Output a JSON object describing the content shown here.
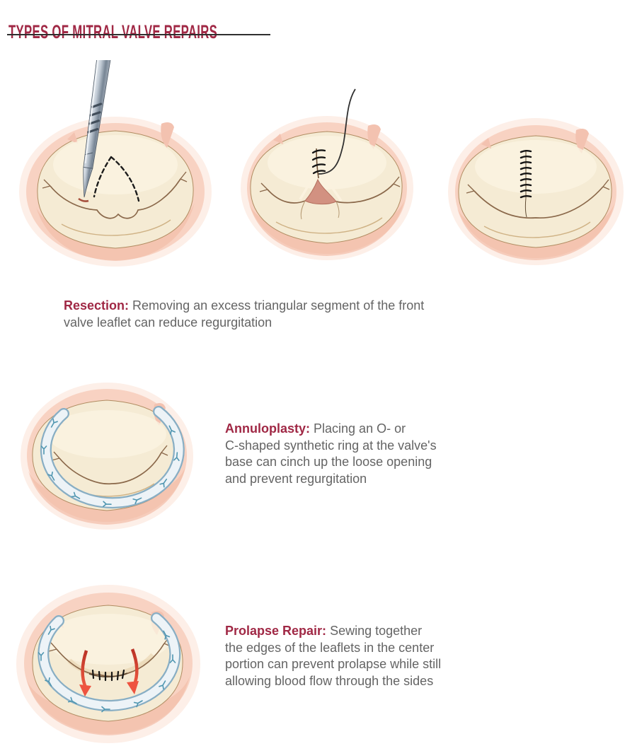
{
  "page": {
    "title": "TYPES OF MITRAL VALVE REPAIRS"
  },
  "colors": {
    "accent_red": "#a02845",
    "body_text": "#646464",
    "title_rule": "#2f2f2f",
    "valve_cream": "#f5ebd4",
    "valve_rim_pink": "#f8d2c2",
    "valve_outline_brown": "#8a684a",
    "resection_gap_pink": "#d29181",
    "ring_edge_blue": "#88aec4",
    "ring_fill": "#edf3f7",
    "ring_stitch_blue": "#4f96b0",
    "suture_black": "#171717",
    "flow_arrow_red": "#d6402e"
  },
  "sections": [
    {
      "id": "resection",
      "label": "Resection:",
      "description": "Removing an excess triangular segment of the front\nvalve leaflet can reduce regurgitation"
    },
    {
      "id": "annuloplasty",
      "label": "Annuloplasty:",
      "description": "Placing an O- or\nC-shaped synthetic ring at the valve's\nbase can cinch up the loose opening\nand prevent regurgitation"
    },
    {
      "id": "prolapse_repair",
      "label": "Prolapse Repair:",
      "description": "Sewing together\nthe edges of the leaflets in the center\nportion can prevent prolapse while still\nallowing blood flow through the sides"
    }
  ],
  "figures": [
    {
      "id": "resection-step-1",
      "alt": "Mitral valve with scalpel marking a dashed triangular segment of the front leaflet"
    },
    {
      "id": "resection-step-2",
      "alt": "Valve with triangular segment removed being closed with needle and suture thread"
    },
    {
      "id": "resection-step-3",
      "alt": "Valve with completed vertical suture line"
    },
    {
      "id": "annuloplasty-ring",
      "alt": "Valve with a C-shaped synthetic annuloplasty ring stitched around its base"
    },
    {
      "id": "prolapse-repair",
      "alt": "Valve with ring, leaflet edges sewn together at center, red arrows showing blood flow through the sides"
    }
  ]
}
